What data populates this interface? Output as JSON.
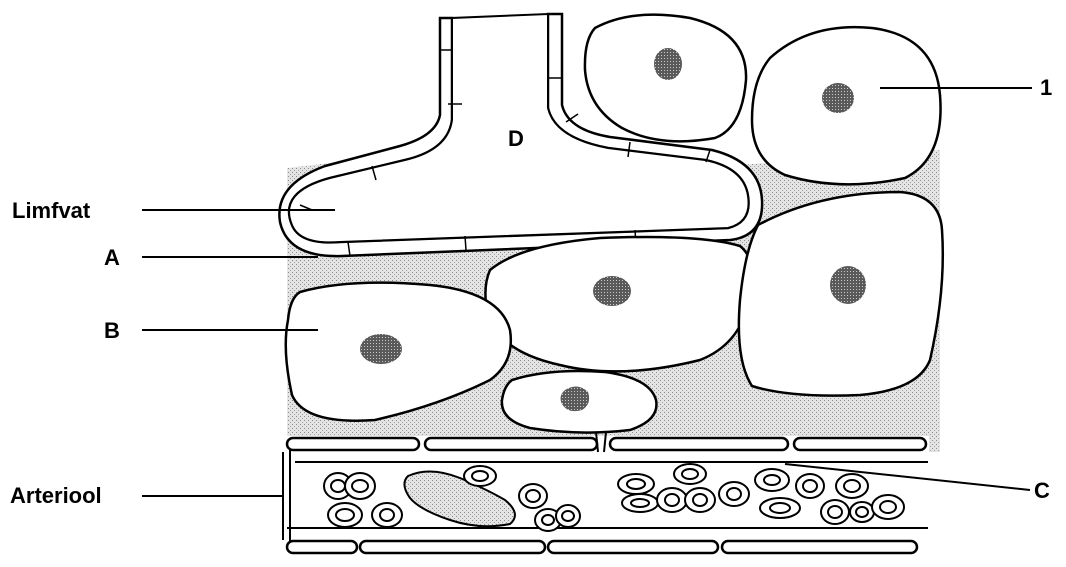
{
  "labels": {
    "limfvat": "Limfvat",
    "a": "A",
    "b": "B",
    "arteriool": "Arteriool",
    "d": "D",
    "one": "1",
    "c": "C"
  }
}
